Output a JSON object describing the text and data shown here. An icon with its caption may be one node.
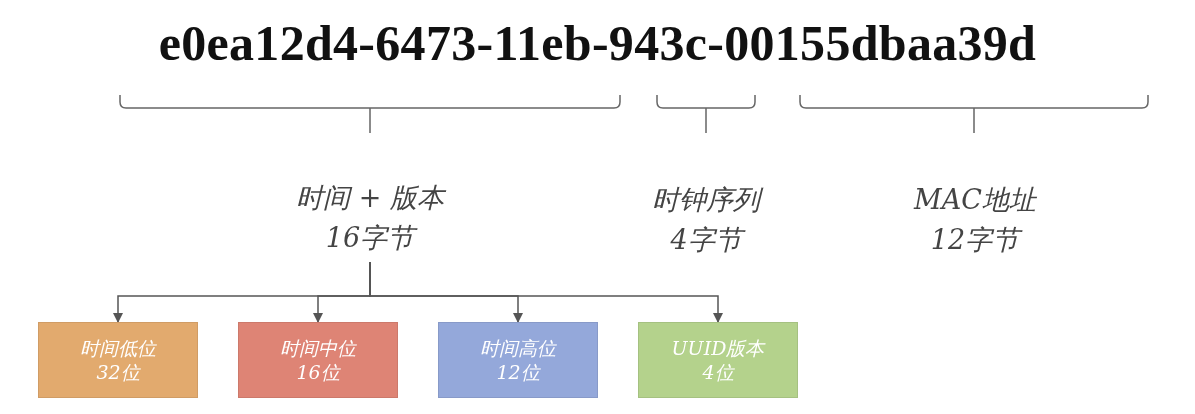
{
  "diagram": {
    "title": "e0ea12d4-6473-11eb-943c-00155dbaa39d",
    "nodes": [
      {
        "text": [
          "时间 + 版本",
          "16字节"
        ]
      },
      {
        "text": [
          "时间低位",
          "32位"
        ]
      },
      {
        "text": [
          "时间中位",
          "16位"
        ]
      },
      {
        "text": [
          "时间高位",
          "12位"
        ]
      },
      {
        "text": [
          "UUID版本",
          "4位"
        ]
      }
    ],
    "edges": [
      {
        "from": 0,
        "to": 1,
        "arrow": "to"
      },
      {
        "from": 0,
        "to": 2,
        "arrow": "to"
      },
      {
        "from": 0,
        "to": 3,
        "arrow": "to"
      },
      {
        "from": 0,
        "to": 4,
        "arrow": "to"
      }
    ],
    "labels": [
      "时钟序列",
      "4字节",
      "MAC地址",
      "12字节"
    ]
  }
}
